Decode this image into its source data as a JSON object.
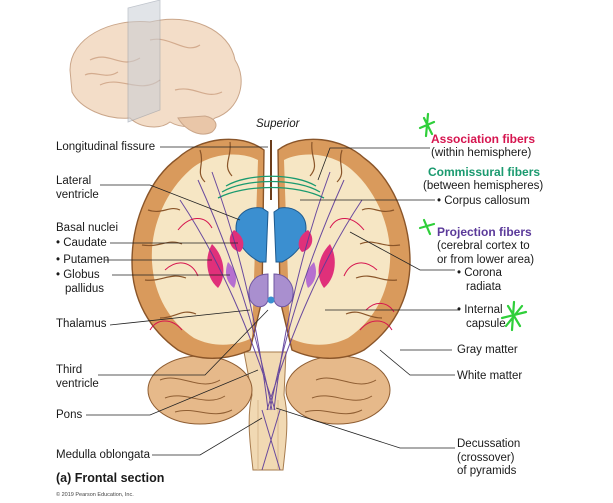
{
  "labels": {
    "superior": "Superior",
    "longitudinal_fissure": "Longitudinal fissure",
    "lateral_ventricle": [
      "Lateral",
      "ventricle"
    ],
    "basal_nuclei": "Basal nuclei",
    "caudate": "Caudate",
    "putamen": "Putamen",
    "globus_pallidus": [
      "Globus",
      "pallidus"
    ],
    "thalamus": "Thalamus",
    "third_ventricle": [
      "Third",
      "ventricle"
    ],
    "pons": "Pons",
    "medulla_oblongata": "Medulla oblongata",
    "association_fibers": "Association fibers",
    "association_sub": "(within hemisphere)",
    "commissural_fibers": "Commissural fibers",
    "commissural_sub": "(between hemispheres)",
    "corpus_callosum": "Corpus callosum",
    "projection_fibers": "Projection fibers",
    "projection_sub": [
      "(cerebral cortex to",
      "or from lower area)"
    ],
    "corona_radiata": [
      "Corona",
      "radiata"
    ],
    "internal_capsule": [
      "Internal",
      "capsule"
    ],
    "gray_matter": "Gray matter",
    "white_matter": "White matter",
    "decussation": [
      "Decussation",
      "(crossover)",
      "of pyramids"
    ]
  },
  "caption": "(a) Frontal section",
  "copyright": "© 2019 Pearson Education, Inc.",
  "colors": {
    "association": "#d6154f",
    "commissural": "#1a9a6f",
    "projection": "#5b3a9a",
    "ventricle": "#3b8fd0",
    "basal_nuclei": "#e0307a",
    "thalamus": "#a98fcf",
    "gray_matter": "#c98a4a",
    "white_matter": "#f6e6c4",
    "annotation_mark": "#2fcf3a"
  }
}
